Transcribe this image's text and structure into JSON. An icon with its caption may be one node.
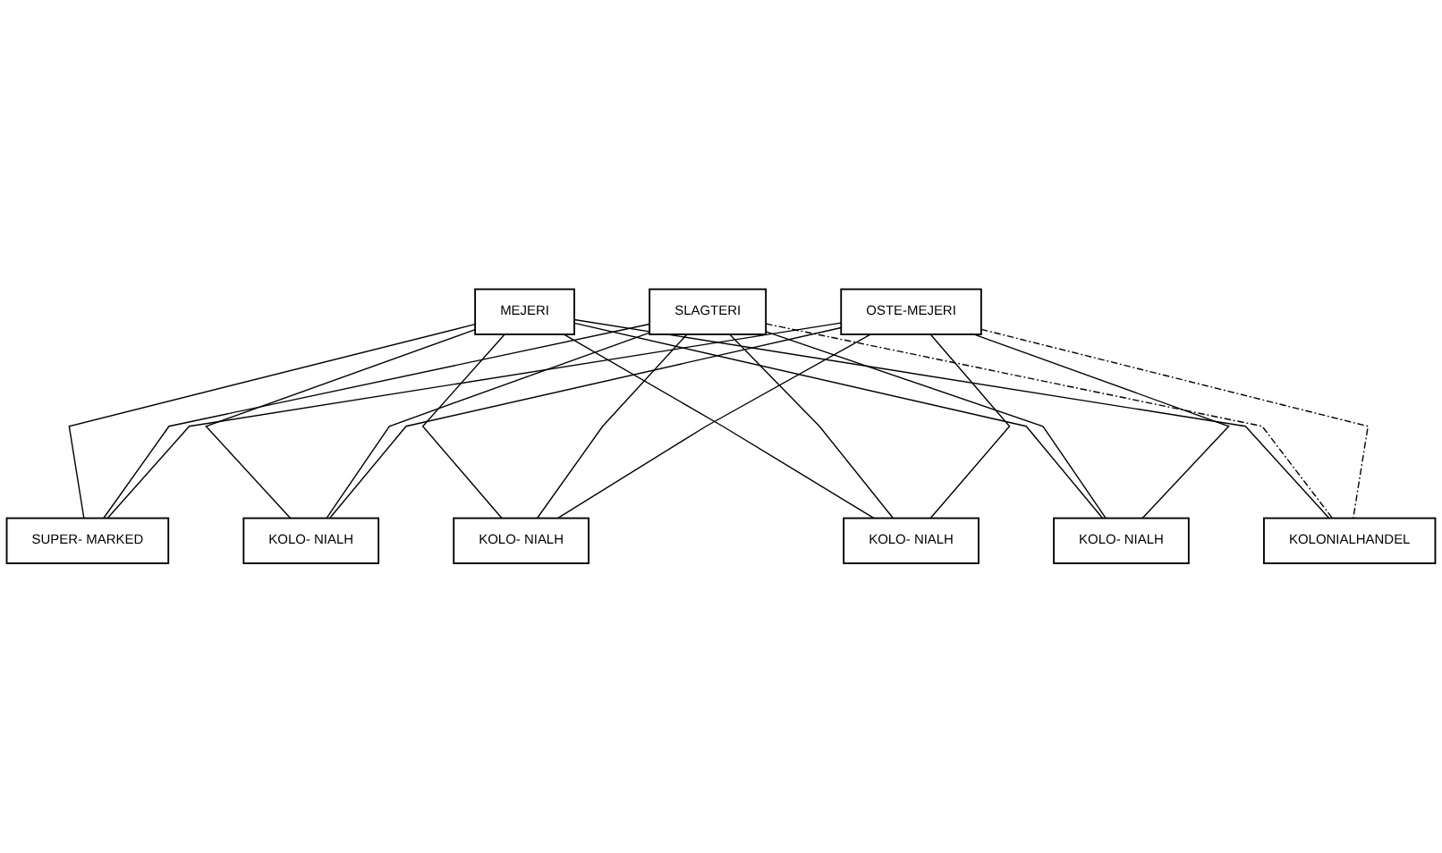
{
  "diagram": {
    "nodes": [
      {
        "text": [
          "MEJERI"
        ]
      },
      {
        "text": [
          "SLAGTERI"
        ]
      },
      {
        "text": [
          "OSTE-MEJERI"
        ]
      },
      {
        "text": [
          "SUPER- MARKED"
        ]
      },
      {
        "text": [
          "KOLO- NIALH"
        ]
      },
      {
        "text": [
          "KOLO- NIALH"
        ]
      },
      {
        "text": [
          "KOLO- NIALH"
        ]
      },
      {
        "text": [
          "KOLO- NIALH"
        ]
      },
      {
        "text": [
          "KOLONIALHANDEL"
        ]
      }
    ],
    "edges": [
      {
        "from": 0,
        "to": 3,
        "arrow": "none"
      },
      {
        "from": 0,
        "to": 4,
        "arrow": "none"
      },
      {
        "from": 0,
        "to": 5,
        "arrow": "none"
      },
      {
        "from": 0,
        "to": 6,
        "arrow": "none"
      },
      {
        "from": 0,
        "to": 7,
        "arrow": "none"
      },
      {
        "from": 0,
        "to": 8,
        "arrow": "none"
      },
      {
        "from": 1,
        "to": 3,
        "arrow": "none"
      },
      {
        "from": 1,
        "to": 4,
        "arrow": "none"
      },
      {
        "from": 1,
        "to": 5,
        "arrow": "none"
      },
      {
        "from": 1,
        "to": 6,
        "arrow": "none"
      },
      {
        "from": 1,
        "to": 7,
        "arrow": "none"
      },
      {
        "from": 1,
        "to": 8,
        "arrow": "none",
        "style": "dashed"
      },
      {
        "from": 2,
        "to": 3,
        "arrow": "none"
      },
      {
        "from": 2,
        "to": 4,
        "arrow": "none"
      },
      {
        "from": 2,
        "to": 5,
        "arrow": "none"
      },
      {
        "from": 2,
        "to": 6,
        "arrow": "none"
      },
      {
        "from": 2,
        "to": 7,
        "arrow": "none"
      },
      {
        "from": 2,
        "to": 8,
        "arrow": "none",
        "style": "dashed"
      }
    ]
  }
}
